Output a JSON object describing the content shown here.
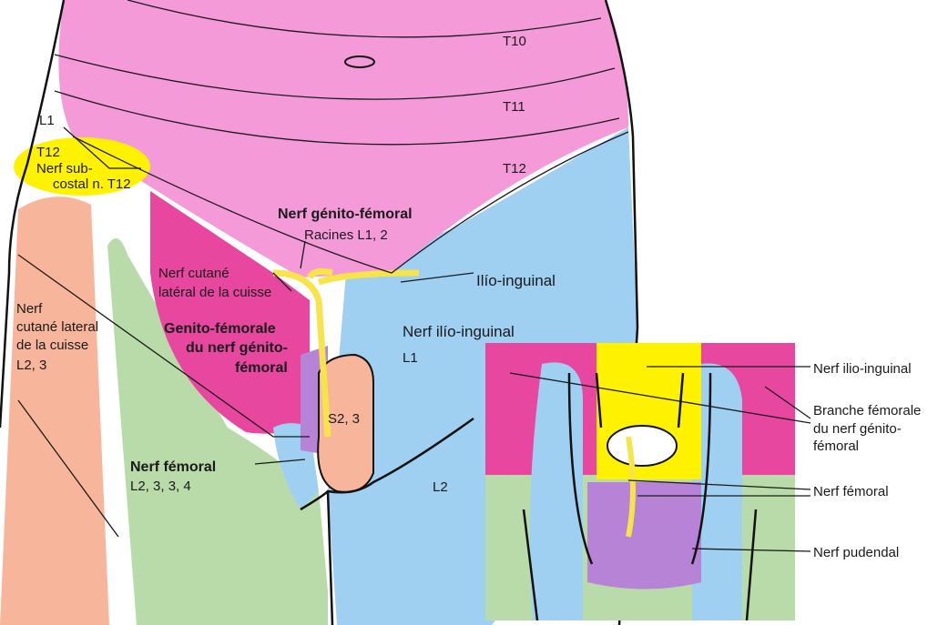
{
  "main": {
    "labels": {
      "t10": "T10",
      "t11": "T11",
      "t12": "T12",
      "l1_top": "L1",
      "t12_side": "T12",
      "subcostal_1": "Nerf sub-",
      "subcostal_2": "costal n. T12",
      "genitofemoral_title": "Nerf génito-fémoral",
      "racines": "Racines L1, 2",
      "cutane_lat_1": "Nerf cutané",
      "cutane_lat_2": "latéral de la cuisse",
      "ilio_inguinal": "Ilío-inguinal",
      "nerf_ilio_inguinal": "Nerf ilío-inguinal",
      "l1": "L1",
      "left_cutane_1": "Nerf",
      "left_cutane_2": "cutané lateral",
      "left_cutane_3": "de la cuisse",
      "left_cutane_4": "L2, 3",
      "gf_branch_1": "Genito-fémorale",
      "gf_branch_2": "du nerf génito-",
      "gf_branch_3": "fémoral",
      "s23": "S2, 3",
      "femoral_1": "Nerf fémoral",
      "femoral_2": "L2, 3, 3, 4",
      "l2": "L2"
    }
  },
  "inset": {
    "labels": {
      "ilio_inguinal": "Nerf ilio-inguinal",
      "branche_1": "Branche fémorale",
      "branche_2": "du nerf génito-",
      "branche_3": "fémoral",
      "femoral": "Nerf fémoral",
      "pudendal": "Nerf pudendal"
    }
  },
  "colors": {
    "pink": "#f49ad9",
    "magenta": "#e8479f",
    "blue": "#9fd0f2",
    "green": "#b9dba9",
    "peach": "#f7b69b",
    "yellow": "#fff200",
    "purple": "#b783d6"
  }
}
